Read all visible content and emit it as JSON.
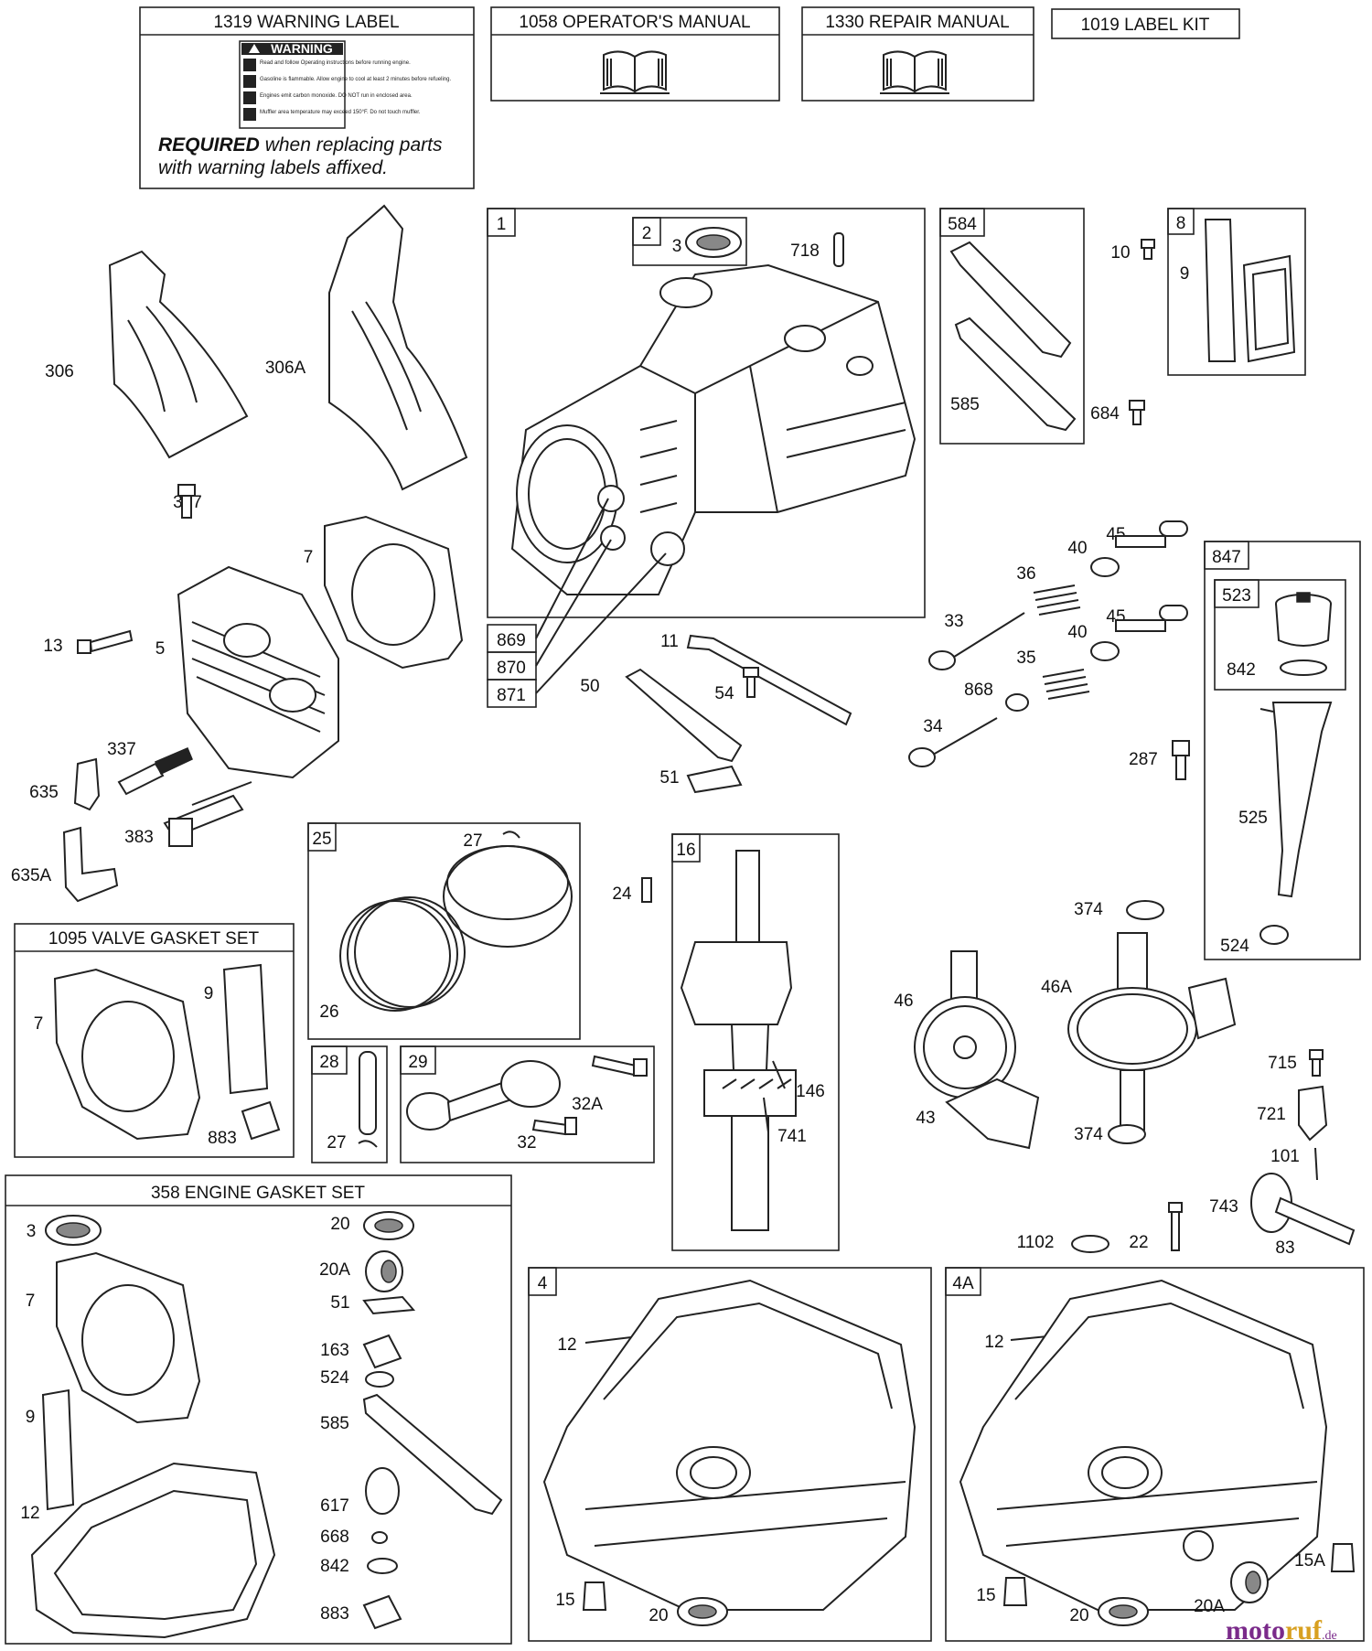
{
  "title_boxes": {
    "warning_label": "1319 WARNING LABEL",
    "operators_manual": "1058 OPERATOR'S MANUAL",
    "repair_manual": "1330 REPAIR MANUAL",
    "label_kit": "1019 LABEL KIT",
    "valve_gasket_set": "1095 VALVE GASKET SET",
    "engine_gasket_set": "358 ENGINE GASKET SET"
  },
  "warning_sticker": {
    "heading": "WARNING",
    "lines": [
      "Read and follow Operating instructions before running engine.",
      "Gasoline is flammable. Allow engine to cool at least 2 minutes before refueling.",
      "Engines emit carbon monoxide. DO NOT run in enclosed area.",
      "Muffler area temperature may exceed 150°F. Do not touch muffler."
    ]
  },
  "required_note": {
    "bold": "REQUIRED",
    "rest_line1": " when replacing parts",
    "line2": "with warning labels affixed."
  },
  "group_labels": {
    "g1": "1",
    "g2": "2",
    "g584": "584",
    "g8": "8",
    "g847": "847",
    "g523": "523",
    "g25": "25",
    "g16": "16",
    "g28": "28",
    "g29": "29",
    "g4": "4",
    "g4a": "4A"
  },
  "callouts": {
    "c3": "3",
    "c718": "718",
    "c10": "10",
    "c9": "9",
    "c585": "585",
    "c684": "684",
    "c306": "306",
    "c306a": "306A",
    "c307": "307",
    "c7": "7",
    "c13": "13",
    "c5": "5",
    "c337": "337",
    "c635": "635",
    "c383": "383",
    "c635a": "635A",
    "c869": "869",
    "c870": "870",
    "c871": "871",
    "c11": "11",
    "c50": "50",
    "c54": "54",
    "c51": "51",
    "c45a": "45",
    "c40a": "40",
    "c36": "36",
    "c33": "33",
    "c45b": "45",
    "c40b": "40",
    "c35": "35",
    "c868": "868",
    "c34": "34",
    "c287": "287",
    "c842": "842",
    "c525": "525",
    "c524": "524",
    "c27a": "27",
    "c26": "26",
    "c24": "24",
    "c146": "146",
    "c741": "741",
    "c374a": "374",
    "c46": "46",
    "c46a": "46A",
    "c43": "43",
    "c374b": "374",
    "c715": "715",
    "c721": "721",
    "c101": "101",
    "c743": "743",
    "c83": "83",
    "c1102": "1102",
    "c22": "22",
    "v7": "7",
    "v9": "9",
    "v883": "883",
    "c27b": "27",
    "c32a": "32A",
    "c32": "32",
    "e3": "3",
    "e7": "7",
    "e9": "9",
    "e12": "12",
    "e20": "20",
    "e20a": "20A",
    "e51": "51",
    "e163": "163",
    "e524": "524",
    "e585": "585",
    "e617": "617",
    "e668": "668",
    "e842": "842",
    "e883": "883",
    "s4_12": "12",
    "s4_15": "15",
    "s4_20": "20",
    "s4a_12": "12",
    "s4a_15": "15",
    "s4a_20": "20",
    "s4a_20a": "20A",
    "s4a_15a": "15A"
  },
  "watermark": {
    "part1": "moto",
    "part2": "ruf",
    "part3": ".de"
  }
}
